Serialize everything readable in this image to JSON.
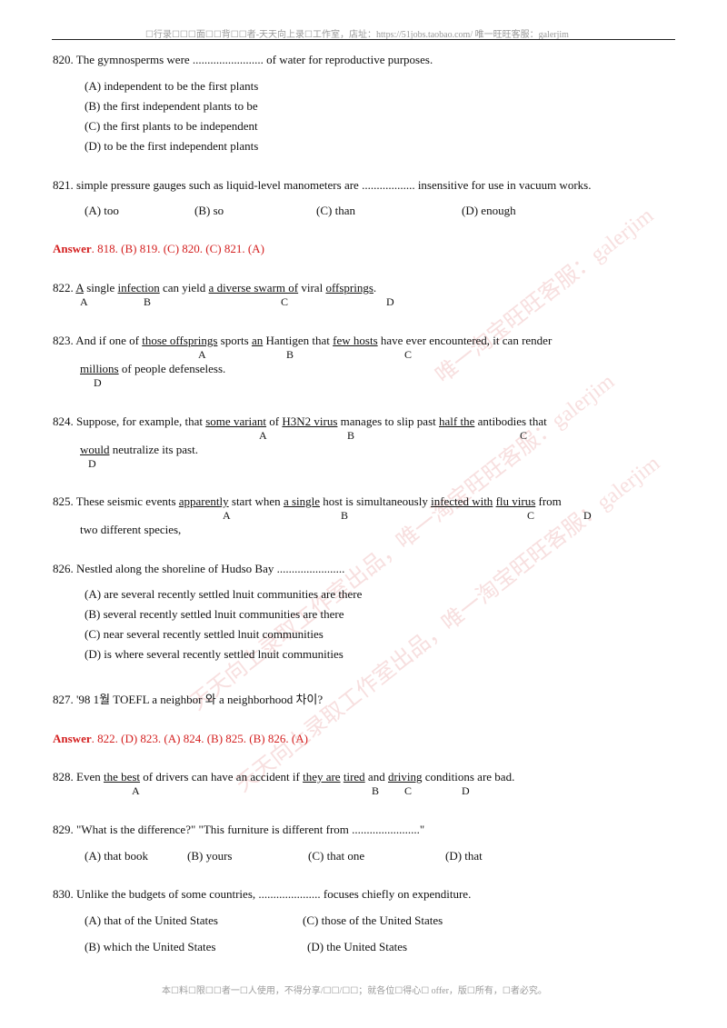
{
  "header": {
    "text": "☐行录☐☐☐面☐☐背☐☐者-天天向上录☐工作室，店址：https://51jobs.taobao.com/ 唯一旺旺客服：galerjim"
  },
  "footer": {
    "text": "本☐料☐限☐☐者一☐人使用，不得分享/☐☐/☐☐；就各位☐得心☐ offer，版☐所有，☐者必究。"
  },
  "watermarks": [
    "唯一淘宝旺旺客服：galerjim",
    "天天向上录取工作室出品，唯一淘宝旺旺客服：galerjim",
    "天天向上录取工作室出品，唯一淘宝旺旺客服：galerjim"
  ],
  "q820": {
    "stem": "820. The gymnosperms were ........................ of water for reproductive purposes.",
    "options": [
      "(A) independent to be the first plants",
      "(B) the first independent plants to be",
      "(C) the first plants to be independent",
      "(D) to be the first independent plants"
    ]
  },
  "q821": {
    "stem": "821. simple pressure gauges such as liquid-level manometers are .................. insensitive for use in vacuum works.",
    "options": [
      "(A) too",
      "(B) so",
      "(C) than",
      "(D) enough"
    ]
  },
  "answer1": {
    "label": "Answer",
    "text": ". 818. (B)    819. (C)    820. (C)    821. (A)"
  },
  "q822": {
    "parts": [
      "822. ",
      "A",
      " single ",
      "infection",
      " can yield ",
      "a diverse swarm of",
      " viral ",
      "offsprings",
      "."
    ],
    "letters": [
      "A",
      "B",
      "C",
      "D"
    ]
  },
  "q823": {
    "line1": [
      "823. And if one of ",
      "those offsprings",
      " sports ",
      "an",
      " Hantigen that ",
      "few hosts",
      " have ever encountered, it can render"
    ],
    "line2": [
      "millions",
      " of people defenseless."
    ],
    "letters": [
      "A",
      "B",
      "C",
      "D"
    ]
  },
  "q824": {
    "line1": [
      "824. Suppose, for example, that ",
      "some variant",
      " of ",
      "H3N2 virus",
      " manages to slip past ",
      "half the",
      " antibodies that"
    ],
    "line2": [
      "would",
      " neutralize its past."
    ],
    "letters": [
      "A",
      "B",
      "C",
      "D"
    ]
  },
  "q825": {
    "line1": [
      "825. These seismic events ",
      "apparently",
      " start when ",
      "a single",
      " host is simultaneously ",
      "infected with",
      " ",
      "flu virus",
      " from"
    ],
    "line2": "two different species,",
    "letters": [
      "A",
      "B",
      "C",
      "D"
    ]
  },
  "q826": {
    "stem": "826. Nestled along the shoreline of Hudso Bay .......................",
    "options": [
      "(A) are several recently settled lnuit communities are there",
      "(B) several recently settled lnuit communities are there",
      "(C) near several recently settled lnuit communities",
      "(D) is where several recently settled lnuit communities"
    ]
  },
  "q827": {
    "stem": "827. '98 1월  TOEFL a neighbor  와  a neighborhood  차이?"
  },
  "answer2": {
    "label": "Answer",
    "text": ". 822. (D)    823. (A)    824. (B)    825. (B)    826. (A)"
  },
  "q828": {
    "parts": [
      "828. Even ",
      "the best",
      " of drivers can have an accident if ",
      "they are",
      " ",
      "tired",
      " and ",
      "driving",
      " conditions are bad."
    ],
    "letters": [
      "A",
      "B",
      "C",
      "D"
    ]
  },
  "q829": {
    "stem": "829. \"What is the difference?\" \"This furniture is different from .......................\"",
    "options": [
      "(A) that book",
      "(B) yours",
      "(C) that one",
      "(D) that"
    ]
  },
  "q830": {
    "stem": "830. Unlike the budgets of some countries, ..................... focuses chiefly on expenditure.",
    "options": [
      "(A) that of the United States",
      "(C) those of the United States",
      "(B) which the United States",
      "(D) the United States"
    ]
  }
}
